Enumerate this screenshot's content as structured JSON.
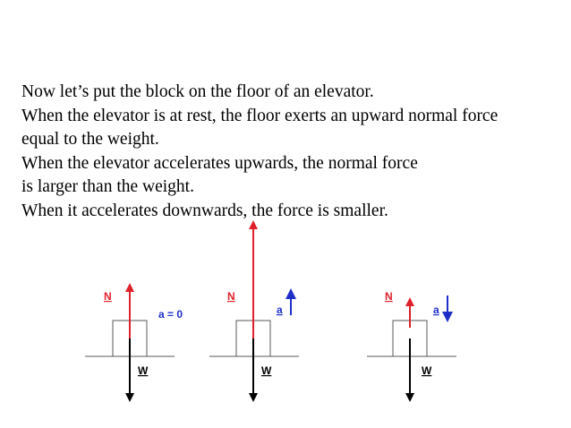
{
  "text": {
    "lines": [
      "Now let’s put the block on the floor of an elevator.",
      "When the elevator is at rest, the floor exerts an upward normal force",
      "equal to the weight.",
      "When the elevator accelerates upwards, the normal force",
      "is larger than the weight.",
      "When it accelerates downwards, the force is smaller."
    ]
  },
  "diagrams": [
    {
      "n_label": "N",
      "w_label": "W",
      "a_label": "a = 0",
      "accel": "none"
    },
    {
      "n_label": "N",
      "w_label": "W",
      "a_label": "a",
      "accel": "up"
    },
    {
      "n_label": "N",
      "w_label": "W",
      "a_label": "a",
      "accel": "down"
    }
  ],
  "colors": {
    "normal_force": "#e0202a",
    "weight": "#000000",
    "acceleration": "#1e2fc8",
    "label_n": "#e0202a",
    "label_a": "#1e2fc8",
    "label_w": "#000000",
    "block": "#5a5a5a",
    "floor": "#5a5a5a"
  }
}
